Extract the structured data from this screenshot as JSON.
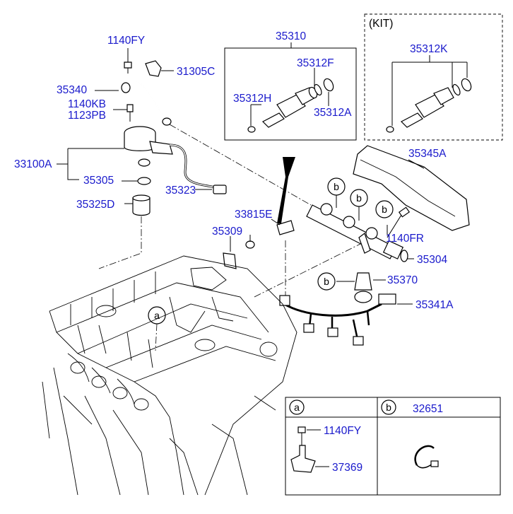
{
  "labels": {
    "p1140fy_top": "1140FY",
    "p31305c": "31305C",
    "p35340": "35340",
    "p1140kb": "1140KB",
    "p1123pb": "1123PB",
    "p33100a": "33100A",
    "p35305": "35305",
    "p35323": "35323",
    "p35325d": "35325D",
    "p35310": "35310",
    "p35312f": "35312F",
    "p35312h": "35312H",
    "p35312a": "35312A",
    "kit": "(KIT)",
    "p35312k": "35312K",
    "p35345a": "35345A",
    "p33815e": "33815E",
    "p35309": "35309",
    "p1140fr": "1140FR",
    "p35304": "35304",
    "p35370": "35370",
    "p35341a": "35341A"
  },
  "callouts": {
    "a": "a",
    "b": "b"
  },
  "legend": {
    "col_a_letter": "a",
    "col_b_letter": "b",
    "col_b_part": "32651",
    "a_part_1": "1140FY",
    "a_part_2": "37369"
  }
}
